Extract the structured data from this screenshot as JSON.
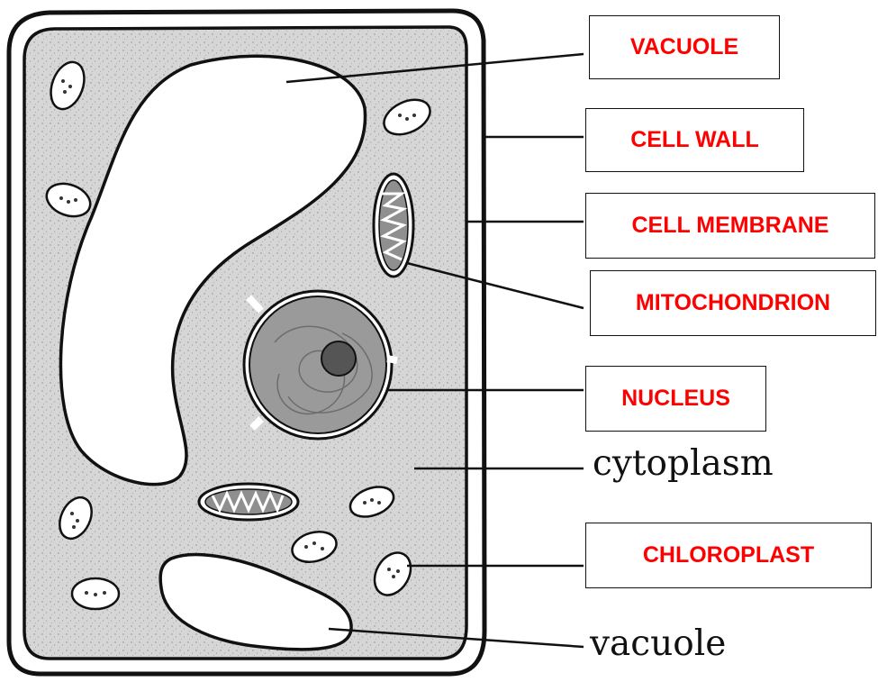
{
  "labels": {
    "vacuole_box": "VACUOLE",
    "cell_wall": "CELL WALL",
    "cell_membrane": "CELL MEMBRANE",
    "mitochondrion": "MITOCHONDRION",
    "nucleus": "NUCLEUS",
    "cytoplasm": "cytoplasm",
    "chloroplast": "CHLOROPLAST",
    "vacuole_plain": "vacuole"
  },
  "colors": {
    "label_text": "#ff0000",
    "cytoplasm_fill": "#d8d8d8",
    "nucleus_fill": "#9a9a9a",
    "nucleolus_fill": "#555555",
    "outline": "#111111"
  }
}
